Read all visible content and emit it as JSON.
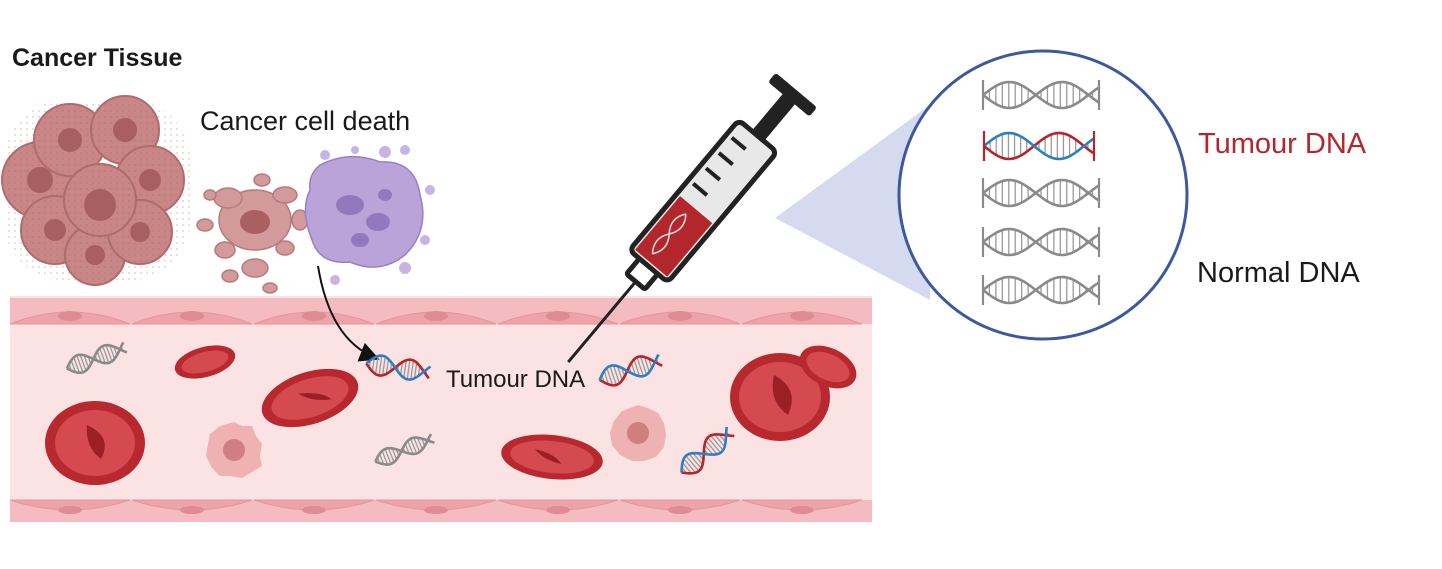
{
  "labels": {
    "title": "Cancer Tissue",
    "cell_death": "Cancer cell death",
    "tumour_dna_vessel": "Tumour DNA",
    "tumour_dna_legend": "Tumour DNA",
    "normal_dna_legend": "Normal DNA"
  },
  "colors": {
    "tumour_dna": "#b3262b",
    "normal_dna": "#8a8a8a",
    "vessel_wall": "#f2b3b8",
    "blood_plasma": "#fbe3e3",
    "red_blood_cell": "#c6393f",
    "cancer_tissue": "#c98686",
    "dying_cell": "#a58ac6",
    "zoom_circle": "#3c5a99",
    "zoom_cone": "#cfd3ef"
  },
  "icons": [
    "syringe-icon",
    "dna-helix-icon",
    "red-blood-cell-icon",
    "cancer-cell-icon",
    "arrow-icon"
  ]
}
